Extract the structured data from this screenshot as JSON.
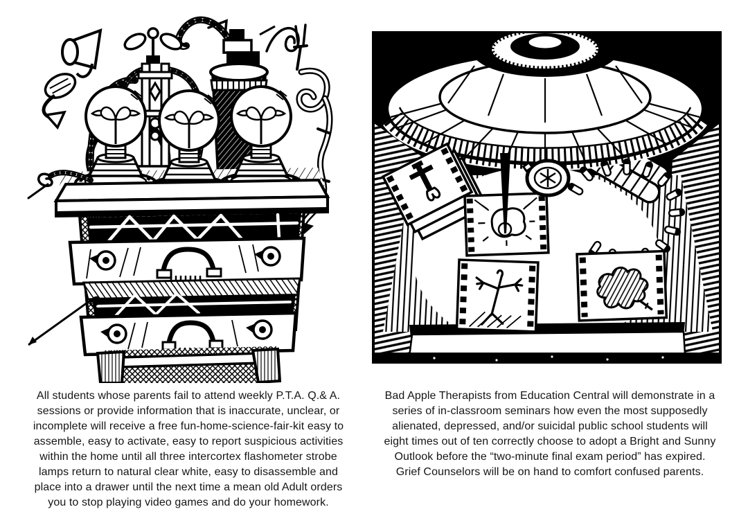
{
  "colors": {
    "paper": "#ffffff",
    "ink": "#000000"
  },
  "left_panel": {
    "illustration_alt": "ink drawing of a wooden dresser with two open drawers, topped by three light bulbs, tangled ribbed hoses, a horn and a dark canister",
    "caption_lines": [
      "All students whose parents fail to attend weekly P.T.A. Q.& A.",
      "sessions or provide information that is inaccurate, unclear, or",
      "incomplete will receive a free fun-home-science-fair-kit easy to",
      "assemble, easy to activate, easy to report suspicious activities",
      "within the home until all three intercortex flashometer strobe",
      "lamps return to natural clear white, easy to disassemble and",
      "place into a drawer until the next time a mean old Adult orders",
      "you to stop playing video games and do your homework."
    ]
  },
  "right_panel": {
    "illustration_alt": "ink drawing of a huge spinning top hovering over a wooden table lit by a circle of light, with picture cards, a ring of bullets, a pocket watch and a stack of cards",
    "caption_lines": [
      "Bad Apple Therapists from Education Central will demonstrate in a",
      "series of in-classroom seminars how even the most supposedly",
      "alienated, depressed, and/or suicidal public school students will",
      "eight times out of ten correctly choose to adopt a Bright and Sunny",
      "Outlook before the “two-minute final exam period” has expired.",
      "Grief Counselors will be on hand to comfort confused parents."
    ]
  }
}
